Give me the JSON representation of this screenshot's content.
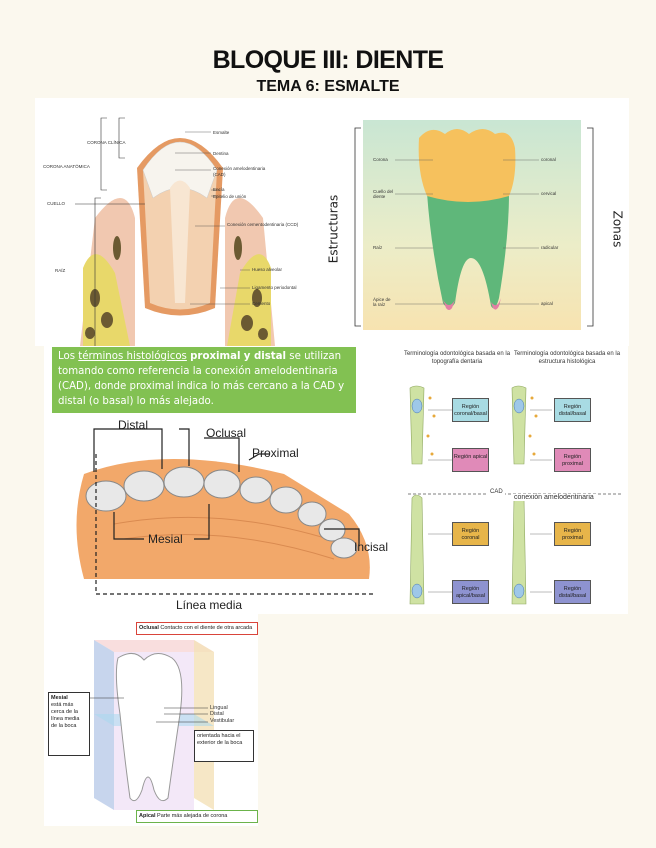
{
  "header": {
    "title": "BLOQUE III: DIENTE",
    "subtitle": "TEMA 6: ESMALTE"
  },
  "anatomy": {
    "left_labels": [
      "CORONA CLÍNICA",
      "CORONA ANATÓMICA",
      "CUELLO",
      "RAÍZ"
    ],
    "right_labels": [
      "Esmalte",
      "Dentina",
      "Conexión amelodentinaria (CAD)",
      "Encía",
      "Epitelio de unión",
      "Conexión cementodentinaria (CCD)",
      "Hueso alveolar",
      "Ligamento periodontal",
      "Cemento"
    ]
  },
  "zones": {
    "left_title": "Estructuras",
    "right_title": "Zonas",
    "left_labels": [
      "Corona",
      "Cuello del diente",
      "Raíz",
      "Ápice de la raíz"
    ],
    "right_labels": [
      "coronal",
      "cervical",
      "radicular",
      "apical"
    ]
  },
  "note": {
    "part1": "Los ",
    "underlined": "términos histológicos",
    "part2": " ",
    "bold1": "proximal",
    "part3": " ",
    "bold2": "y distal",
    "part4": " se utilizan tomando como referencia la conexión amelodentinaria (CAD), donde proximal indica lo más cercano a la CAD y distal (o basal) lo más alejado."
  },
  "arch": {
    "labels": [
      "Distal",
      "Oclusal",
      "Proximal",
      "Mesial",
      "Incisal",
      "Línea media"
    ]
  },
  "histology": {
    "col1_title": "Terminología odontológica basada en la topografía dentaria",
    "col2_title": "Terminología odontológica basada en la estructura histológica",
    "cad_label": "CAD",
    "cad_full": "conexión amelodentinaria",
    "regions": [
      "Región coronal/basal",
      "Región distal/basal",
      "Región apical",
      "Región proximal",
      "Región coronal",
      "Región proximal",
      "Región apical/basal",
      "Región distal/basal"
    ]
  },
  "tooth_box": {
    "oclusal": "Oclusal",
    "oclusal_desc": "Contacto con el diente de otra arcada",
    "mesial": "Mesial",
    "mesial_desc": "está más cerca de la línea media de la boca",
    "lingual": "Lingual",
    "distal": "Distal",
    "vestibular": "Vestibular",
    "vestibular_desc": "orientada hacia el exterior de la boca",
    "apical": "Apical",
    "apical_desc": "Parte más alejada de corona"
  },
  "colors": {
    "background": "#fbf8ee",
    "note_green": "#82c152",
    "crown_yellow": "#f6c15d",
    "root_green": "#5fb77a",
    "oclusal_red": "#d9443a",
    "apical_green": "#6bb34a"
  }
}
